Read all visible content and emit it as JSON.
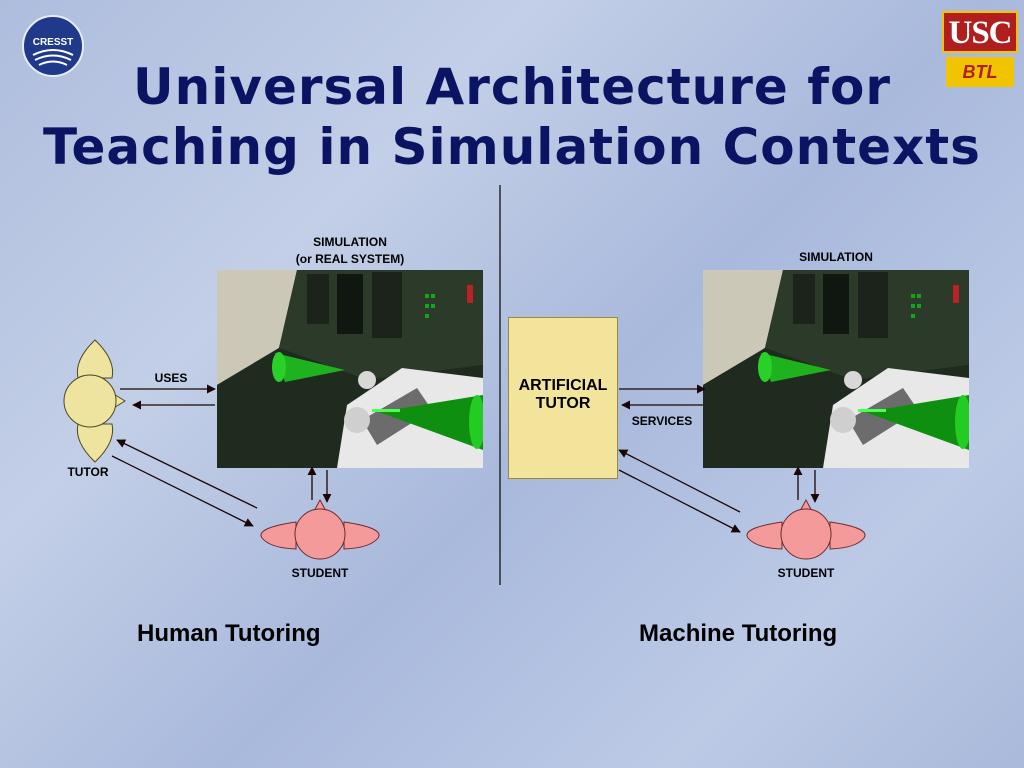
{
  "slide": {
    "title_line1": "Universal Architecture for",
    "title_line2": "Teaching in Simulation Contexts",
    "logos": {
      "left": "CRESST",
      "right_top": "USC",
      "right_bottom": "BTL"
    },
    "colors": {
      "title": "#0b1463",
      "tutor_fill": "#f3e49c",
      "student_fill": "#f59a9a",
      "usc_red": "#b11e1e",
      "btl_gold": "#f2c300"
    }
  },
  "diagram": {
    "left": {
      "sim_label_1": "SIMULATION",
      "sim_label_2": "(or REAL SYSTEM)",
      "uses": "USES",
      "tutor": "TUTOR",
      "student": "STUDENT",
      "caption": "Human Tutoring"
    },
    "right": {
      "sim_label": "SIMULATION",
      "ai_line1": "ARTIFICIAL",
      "ai_line2": "TUTOR",
      "services": "SERVICES",
      "student": "STUDENT",
      "caption": "Machine Tutoring"
    }
  }
}
